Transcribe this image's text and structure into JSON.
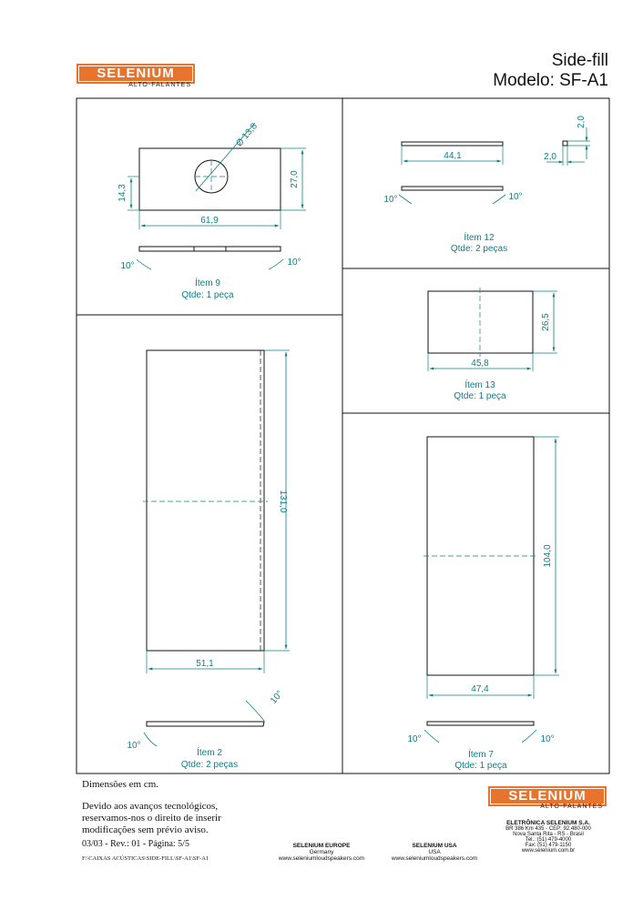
{
  "header": {
    "logo_text": "SELENIUM",
    "logo_sub": "ALTO-FALANTES",
    "title_line1": "Side-fill",
    "title_line2": "Modelo: SF-A1"
  },
  "items": {
    "item9": {
      "title": "Ítem 9",
      "qty": "Qtde: 1 peça",
      "dims": {
        "width": "61,9",
        "height": "27,0",
        "hole_offset": "14,3",
        "hole_dia": "Ø 13,8"
      },
      "angles": [
        "10°",
        "10°"
      ]
    },
    "item12": {
      "title": "Ítem 12",
      "qty": "Qtde: 2 peças",
      "dims": {
        "width": "44,1",
        "thickness_v": "2,0",
        "thickness_h": "2,0"
      },
      "angles": [
        "10°",
        "10°"
      ]
    },
    "item13": {
      "title": "Ítem 13",
      "qty": "Qtde: 1 peça",
      "dims": {
        "width": "45,8",
        "height": "26,5"
      }
    },
    "item2": {
      "title": "Ítem 2",
      "qty": "Qtde: 2 peças",
      "dims": {
        "width": "51,1",
        "height": "131,0"
      },
      "angles": [
        "10°",
        "10°"
      ]
    },
    "item7": {
      "title": "Ítem 7",
      "qty": "Qtde: 1 peça",
      "dims": {
        "width": "47,4",
        "height": "104,0"
      },
      "angles": [
        "10°",
        "10°"
      ]
    }
  },
  "notes": {
    "units": "Dimensões em cm.",
    "disclaimer_1": "Devido aos avanços tecnológicos,",
    "disclaimer_2": "reservamos-nos o direito de inserir",
    "disclaimer_3": "modificações sem prévio aviso.",
    "revision": "03/03 - Rev.: 01 - Página: 5/5",
    "file_path": "F:\\CAIXAS ACÚSTICAS\\SIDE-FILL\\SF-A1\\SF-A1"
  },
  "footer": {
    "europe_name": "SELENIUM EUROPE",
    "europe_country": "Germany",
    "europe_url": "www.seleniumloudspeakers.com",
    "usa_name": "SELENIUM USA",
    "usa_country": "USA",
    "usa_url": "www.seleniumloudspeakers.com",
    "company_name": "ELETRÔNICA SELENIUM S.A.",
    "address_1": "BR 386 Km 435 - CEP: 92.480-000",
    "address_2": "Nova Santa Rita - RS - Brasil",
    "tel": "Tel.: (51) 479-4000",
    "fax": "Fax: (51) 479-1150",
    "website": "www.selenium.com.br"
  },
  "colors": {
    "brand": "#e8732d",
    "dimension": "#0e7f86",
    "line": "#111111"
  }
}
